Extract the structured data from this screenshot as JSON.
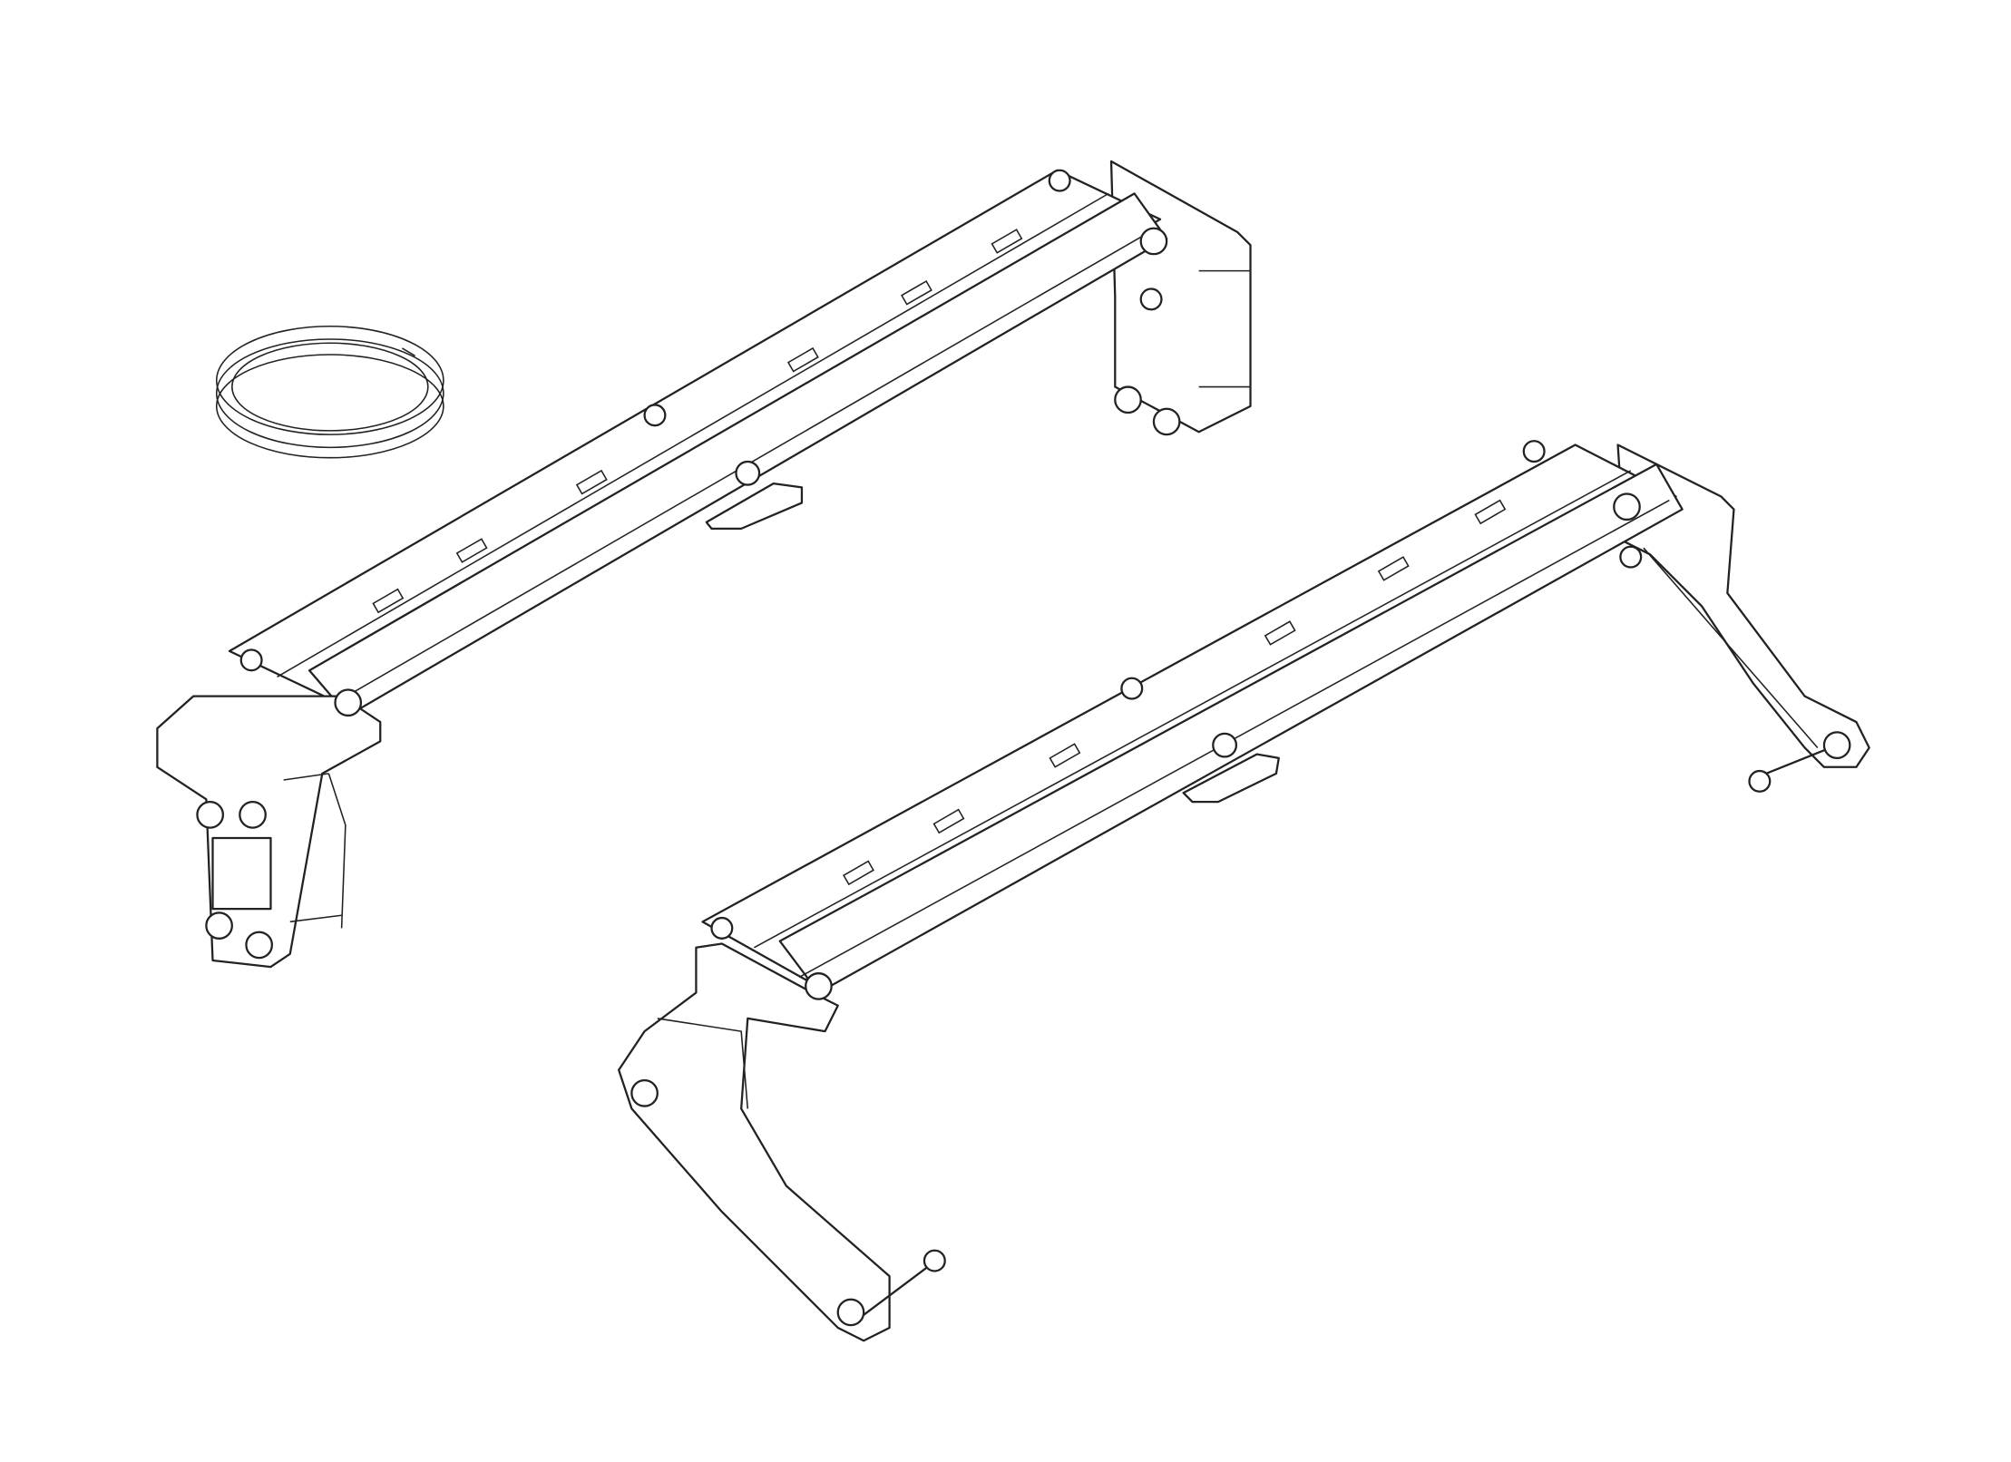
{
  "figure": {
    "parts": [
      "rail-front",
      "rail-rear",
      "coiled-cable"
    ],
    "colors": {
      "line": "#222222",
      "background": "#ffffff"
    }
  }
}
